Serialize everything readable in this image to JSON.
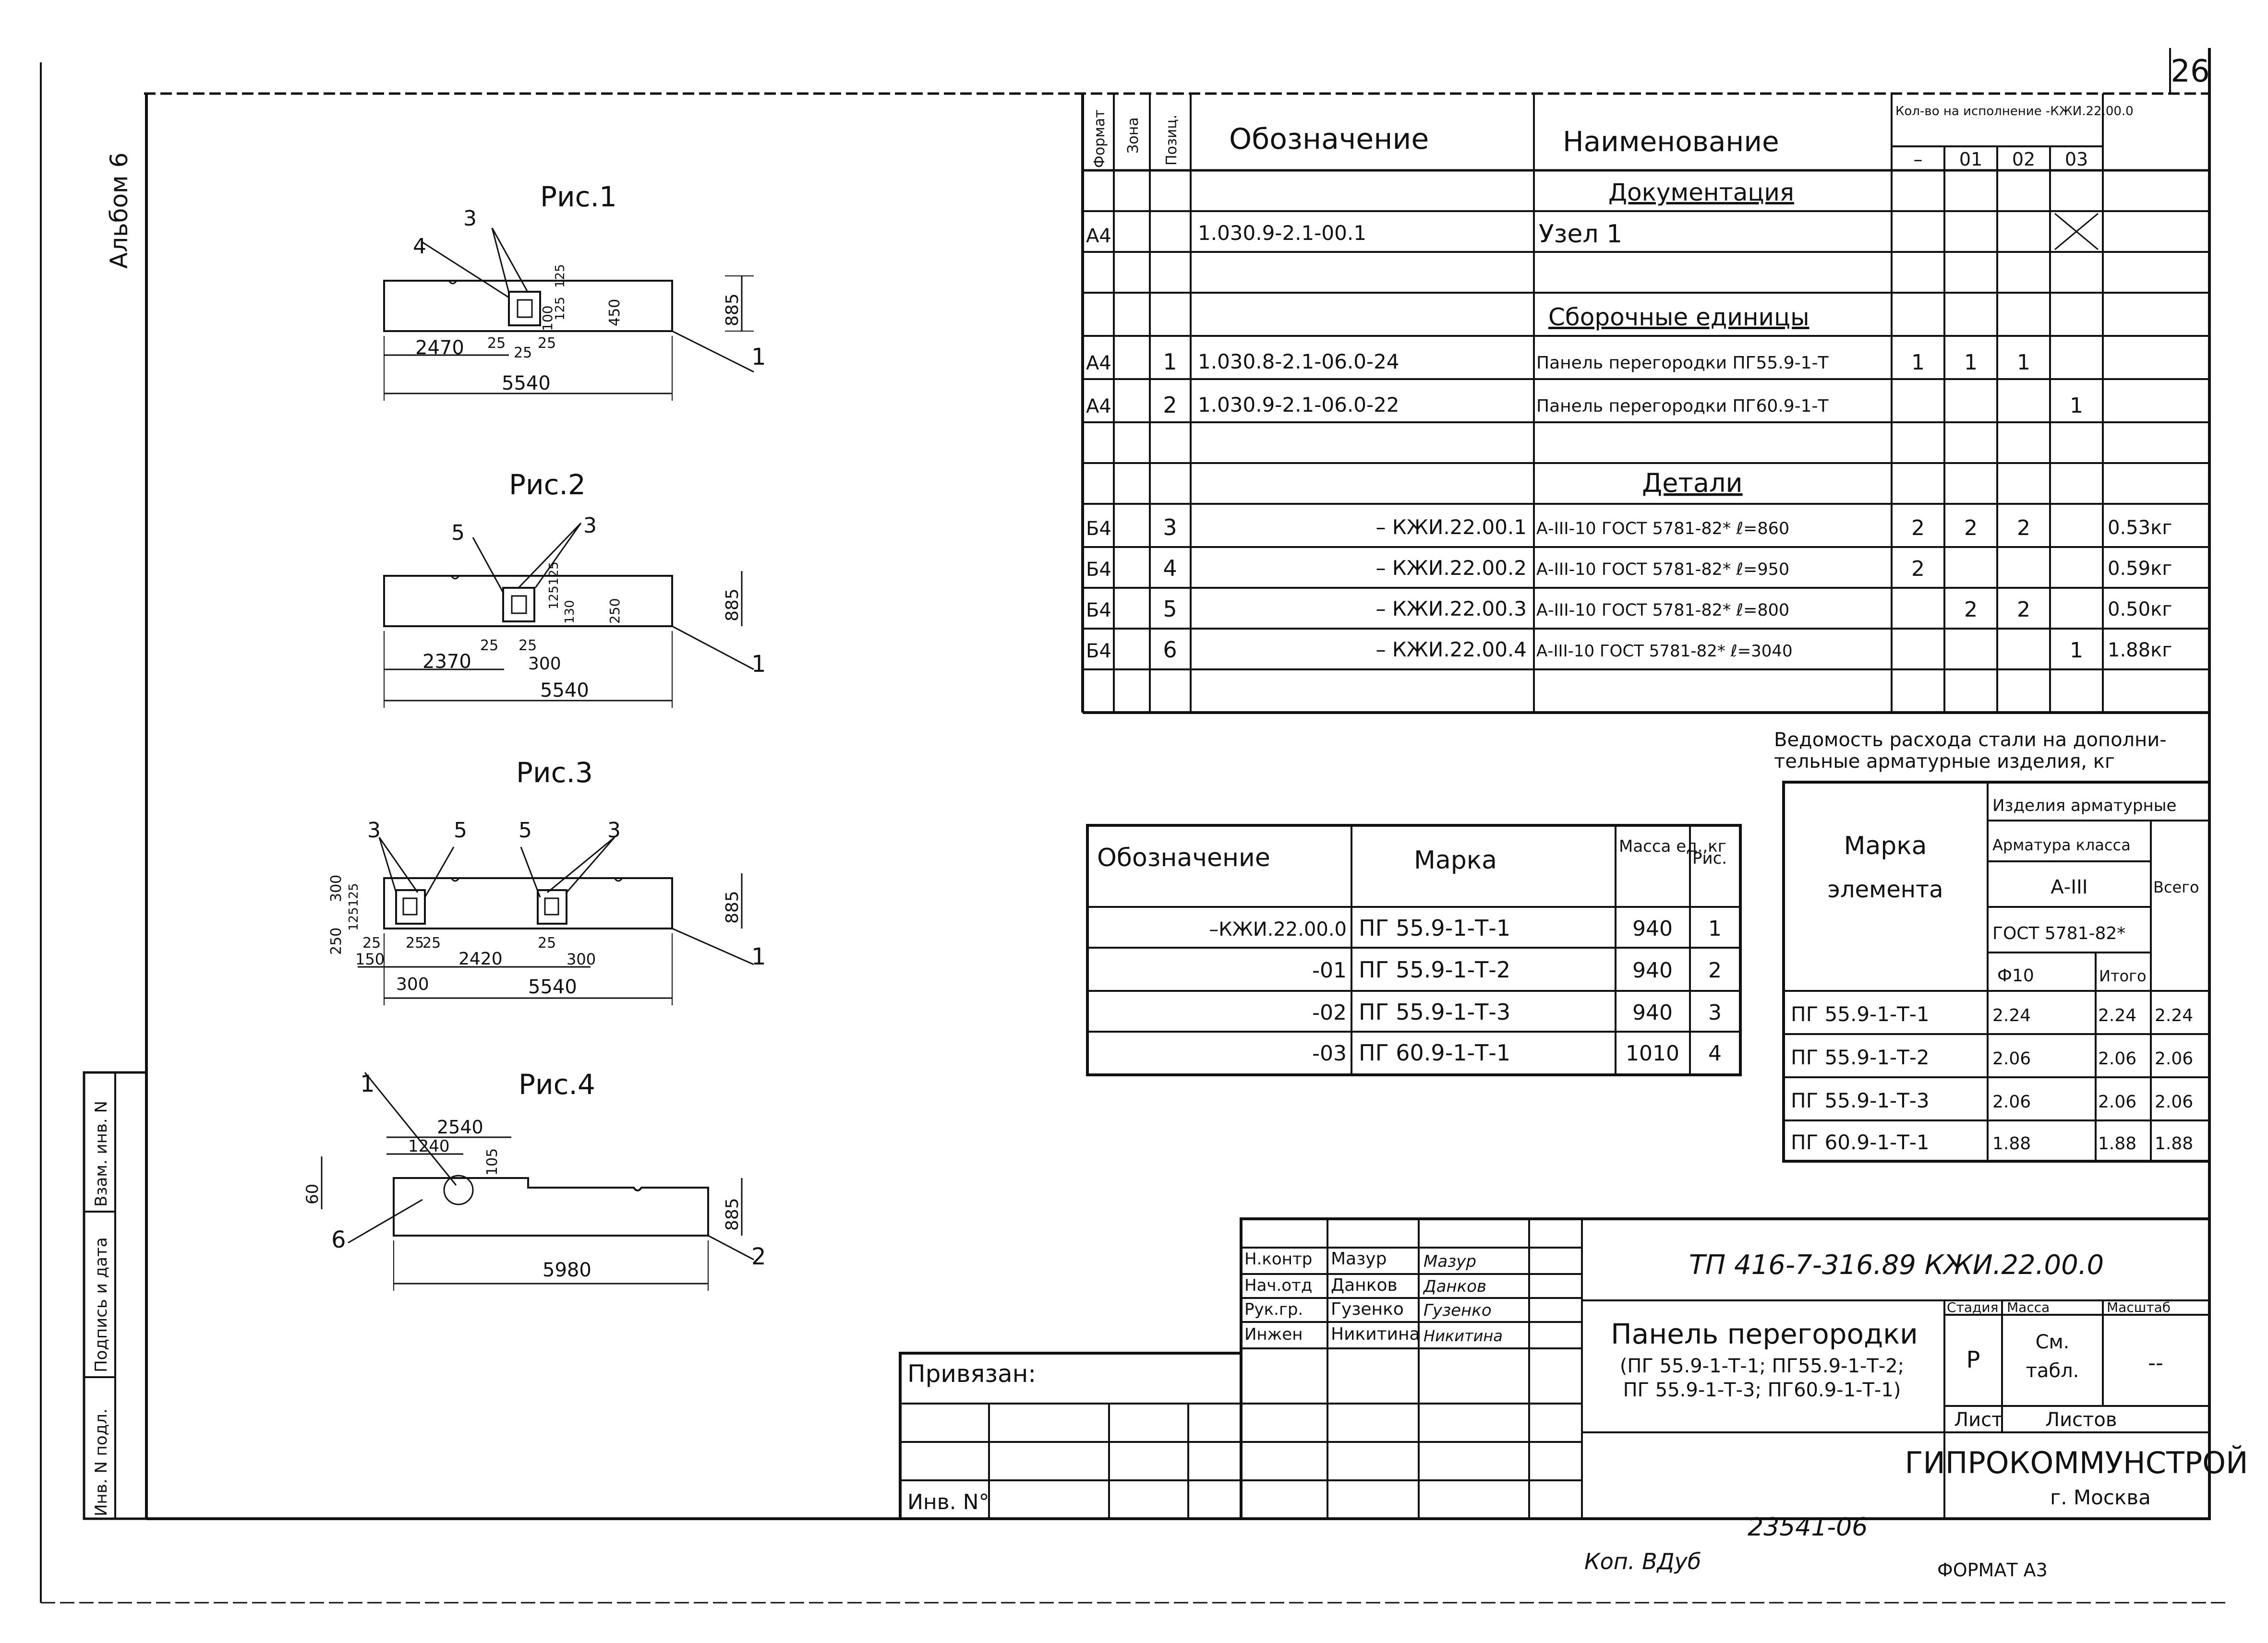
{
  "sheet": {
    "number": "26",
    "album": "Альбом 6",
    "copy": "Коп. ВДуб",
    "format": "ФОРМАТ А3",
    "archive": "23541-06"
  },
  "left_strip": [
    "Инв. N подл.",
    "Подпись и дата",
    "Взам. инв. N"
  ],
  "figures": {
    "fig1": {
      "title": "Рис.1",
      "callouts": [
        "3",
        "4",
        "1"
      ],
      "dims": [
        "2470",
        "25",
        "25",
        "25",
        "100",
        "5540",
        "885",
        "125",
        "125",
        "450"
      ]
    },
    "fig2": {
      "title": "Рис.2",
      "callouts": [
        "5",
        "3",
        "1"
      ],
      "dims": [
        "2370",
        "25",
        "25",
        "300",
        "5540",
        "885",
        "125",
        "125",
        "130",
        "250"
      ]
    },
    "fig3": {
      "title": "Рис.3",
      "callouts": [
        "3",
        "5",
        "5",
        "3",
        "1"
      ],
      "dims": [
        "250",
        "300",
        "125",
        "125",
        "25",
        "25",
        "25",
        "25",
        "150",
        "2420",
        "300",
        "300",
        "5540",
        "885"
      ]
    },
    "fig4": {
      "title": "Рис.4",
      "callouts": [
        "1",
        "6",
        "2"
      ],
      "dims": [
        "2540",
        "1240",
        "105",
        "60",
        "5980",
        "885"
      ]
    }
  },
  "spec": {
    "headers": {
      "format": "Формат",
      "zone": "Зона",
      "pos": "Позиц.",
      "designation": "Обозначение",
      "name": "Наименование",
      "qty_title": "Кол-во на исполнение -КЖИ.22.00.0",
      "qty_cols": [
        "–",
        "01",
        "02",
        "03"
      ]
    },
    "sections": {
      "docs": "Документация",
      "assemblies": "Сборочные единицы",
      "details": "Детали"
    },
    "rows": [
      {
        "format": "А4",
        "pos": "",
        "designation": "1.030.9-2.1-00.1",
        "name": "Узел 1",
        "q": [
          "",
          "",
          "",
          "X"
        ],
        "mass": ""
      },
      {
        "format": "А4",
        "pos": "1",
        "designation": "1.030.8-2.1-06.0-24",
        "name": "Панель перегородки ПГ55.9-1-Т",
        "q": [
          "1",
          "1",
          "1",
          ""
        ],
        "mass": ""
      },
      {
        "format": "А4",
        "pos": "2",
        "designation": "1.030.9-2.1-06.0-22",
        "name": "Панель перегородки ПГ60.9-1-Т",
        "q": [
          "",
          "",
          "",
          "1"
        ],
        "mass": ""
      },
      {
        "format": "Б4",
        "pos": "3",
        "designation": "– КЖИ.22.00.1",
        "name": "А-III-10 ГОСТ 5781-82* ℓ=860",
        "q": [
          "2",
          "2",
          "2",
          ""
        ],
        "mass": "0.53кг"
      },
      {
        "format": "Б4",
        "pos": "4",
        "designation": "– КЖИ.22.00.2",
        "name": "А-III-10 ГОСТ 5781-82* ℓ=950",
        "q": [
          "2",
          "",
          "",
          ""
        ],
        "mass": "0.59кг"
      },
      {
        "format": "Б4",
        "pos": "5",
        "designation": "– КЖИ.22.00.3",
        "name": "А-III-10 ГОСТ 5781-82* ℓ=800",
        "q": [
          "",
          "2",
          "2",
          ""
        ],
        "mass": "0.50кг"
      },
      {
        "format": "Б4",
        "pos": "6",
        "designation": "– КЖИ.22.00.4",
        "name": "А-III-10 ГОСТ 5781-82* ℓ=3040",
        "q": [
          "",
          "",
          "",
          "1"
        ],
        "mass": "1.88кг"
      }
    ]
  },
  "marks": {
    "headers": [
      "Обозначение",
      "Марка",
      "Масса ед.,кг",
      "Рис."
    ],
    "rows": [
      [
        "–КЖИ.22.00.0",
        "ПГ 55.9-1-Т-1",
        "940",
        "1"
      ],
      [
        "-01",
        "ПГ 55.9-1-Т-2",
        "940",
        "2"
      ],
      [
        "-02",
        "ПГ 55.9-1-Т-3",
        "940",
        "3"
      ],
      [
        "-03",
        "ПГ 60.9-1-Т-1",
        "1010",
        "4"
      ]
    ]
  },
  "steel": {
    "title_1": "Ведомость расхода стали на дополни-",
    "title_2": "тельные арматурные изделия, кг",
    "h_mark_1": "Марка",
    "h_mark_2": "элемента",
    "h_products": "Изделия арматурные",
    "h_class": "Арматура класса",
    "h_a3": "А-III",
    "h_gost": "ГОСТ 5781-82*",
    "h_d10": "Ф10",
    "h_itogo": "Итого",
    "h_total": "Всего",
    "rows": [
      [
        "ПГ 55.9-1-Т-1",
        "2.24",
        "2.24",
        "2.24"
      ],
      [
        "ПГ 55.9-1-Т-2",
        "2.06",
        "2.06",
        "2.06"
      ],
      [
        "ПГ 55.9-1-Т-3",
        "2.06",
        "2.06",
        "2.06"
      ],
      [
        "ПГ 60.9-1-Т-1",
        "1.88",
        "1.88",
        "1.88"
      ]
    ]
  },
  "title_block": {
    "code": "ТП 416-7-316.89 КЖИ.22.00.0",
    "name_1": "Панель перегородки",
    "name_2": "(ПГ 55.9-1-Т-1; ПГ55.9-1-Т-2;",
    "name_3": "ПГ 55.9-1-Т-3; ПГ60.9-1-Т-1)",
    "stage_h": "Стадия",
    "mass_h": "Масса",
    "scale_h": "Масштаб",
    "stage": "Р",
    "mass_1": "См.",
    "mass_2": "табл.",
    "scale": "--",
    "sheet_h": "Лист",
    "sheets_h": "Листов",
    "org": "ГИПРОКОММУНСТРОЙ",
    "city": "г. Москва",
    "staff": [
      {
        "role": "Н.контр",
        "name": "Мазур",
        "sign": "Мазур"
      },
      {
        "role": "Нач.отд",
        "name": "Данков",
        "sign": "Данков"
      },
      {
        "role": "Рук.гр.",
        "name": "Гузенко",
        "sign": "Гузенко"
      },
      {
        "role": "Инжен",
        "name": "Никитина",
        "sign": "Никитина"
      }
    ],
    "privyazan": "Привязан:",
    "inv": "Инв. N°"
  }
}
